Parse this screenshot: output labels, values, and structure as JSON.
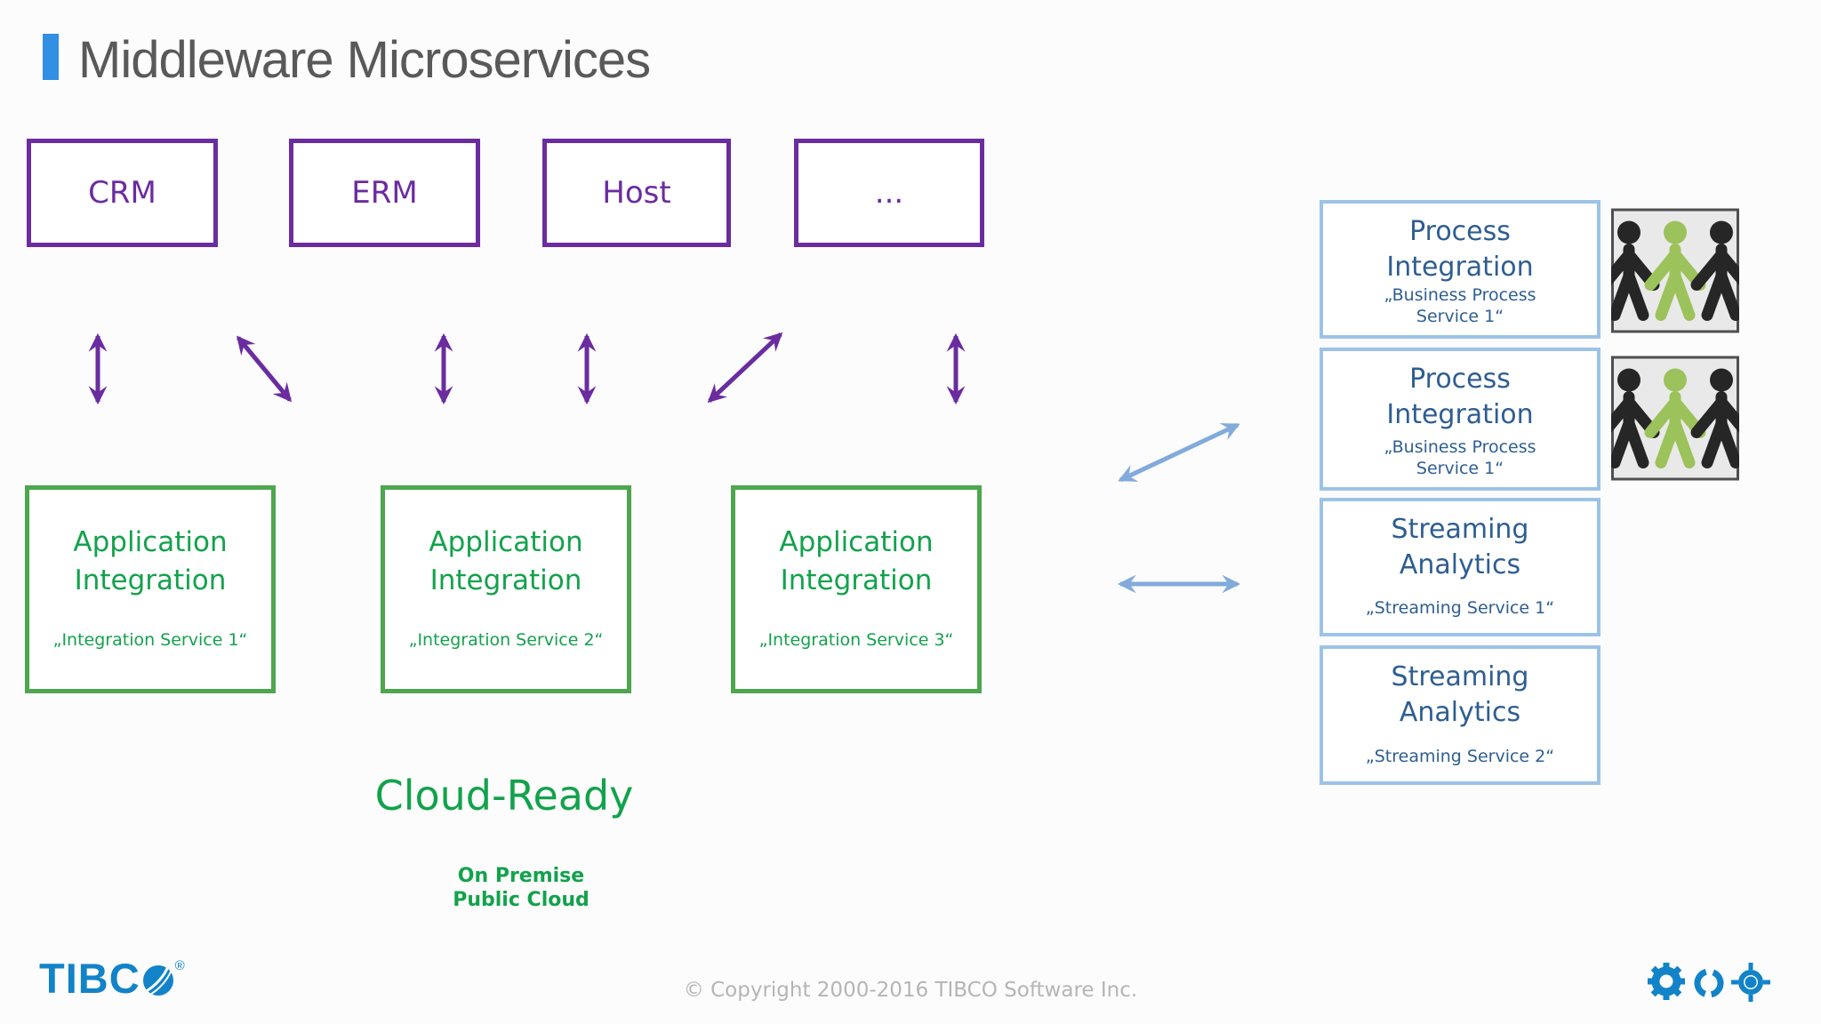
{
  "header": {
    "title": "Middleware Microservices"
  },
  "system_boxes": [
    {
      "label": "CRM"
    },
    {
      "label": "ERM"
    },
    {
      "label": "Host"
    },
    {
      "label": "..."
    }
  ],
  "app_integration_boxes": [
    {
      "line1": "Application",
      "line2": "Integration",
      "subtitle": "„Integration Service 1“"
    },
    {
      "line1": "Application",
      "line2": "Integration",
      "subtitle": "„Integration Service 2“"
    },
    {
      "line1": "Application",
      "line2": "Integration",
      "subtitle": "„Integration Service 3“"
    }
  ],
  "right_boxes": [
    {
      "line1": "Process",
      "line2": "Integration",
      "subtitle1": "„Business Process",
      "subtitle2": "Service 1“"
    },
    {
      "line1": "Process",
      "line2": "Integration",
      "subtitle1": "„Business Process",
      "subtitle2": "Service 1“"
    },
    {
      "line1": "Streaming",
      "line2": "Analytics",
      "subtitle1": "„Streaming Service 1“",
      "subtitle2": ""
    },
    {
      "line1": "Streaming",
      "line2": "Analytics",
      "subtitle1": "„Streaming Service 2“",
      "subtitle2": ""
    }
  ],
  "cloud": {
    "heading": "Cloud-Ready",
    "line1": "On Premise",
    "line2": "Public Cloud"
  },
  "footer": {
    "logo_text": "TIBC",
    "registered": "®",
    "copyright": "© Copyright 2000-2016 TIBCO Software Inc.",
    "icons": [
      "gear-icon",
      "sync-icon",
      "target-icon"
    ]
  },
  "colors": {
    "purple": "#6B2CA0",
    "green_border": "#4EA64E",
    "green_text": "#13A24C",
    "blue_border": "#9CC3E6",
    "blue_text": "#2E5E91",
    "arrow_blue": "#82ABDB",
    "accent_blue": "#338FE3",
    "title_gray": "#595959",
    "tibco_blue": "#1283C8",
    "people_green": "#9CC25B"
  }
}
